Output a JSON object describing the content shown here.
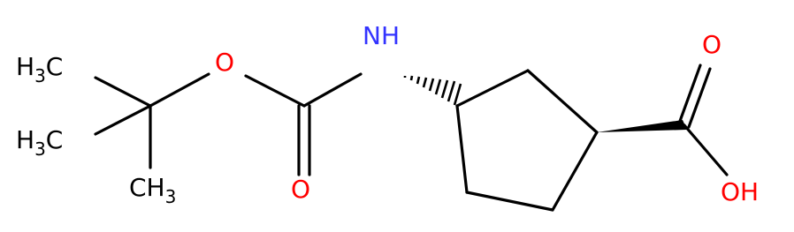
{
  "structure": {
    "atoms": {
      "methyl_top": {
        "main": "H",
        "sub": "3",
        "tail": "C"
      },
      "methyl_middle": {
        "main": "H",
        "sub": "3",
        "tail": "C"
      },
      "methyl_bottom": {
        "main": "CH",
        "sub": "3"
      },
      "ester_oxygen": {
        "text": "O"
      },
      "carbonyl_oxygen_boc": {
        "text": "O"
      },
      "amine": {
        "text": "NH"
      },
      "carbonyl_oxygen_acid": {
        "text": "O"
      },
      "hydroxyl": {
        "text": "OH"
      }
    },
    "colors": {
      "bond": "#000000",
      "carbon_label": "#000000",
      "oxygen": "#ff0000",
      "nitrogen": "#3333ff"
    }
  }
}
